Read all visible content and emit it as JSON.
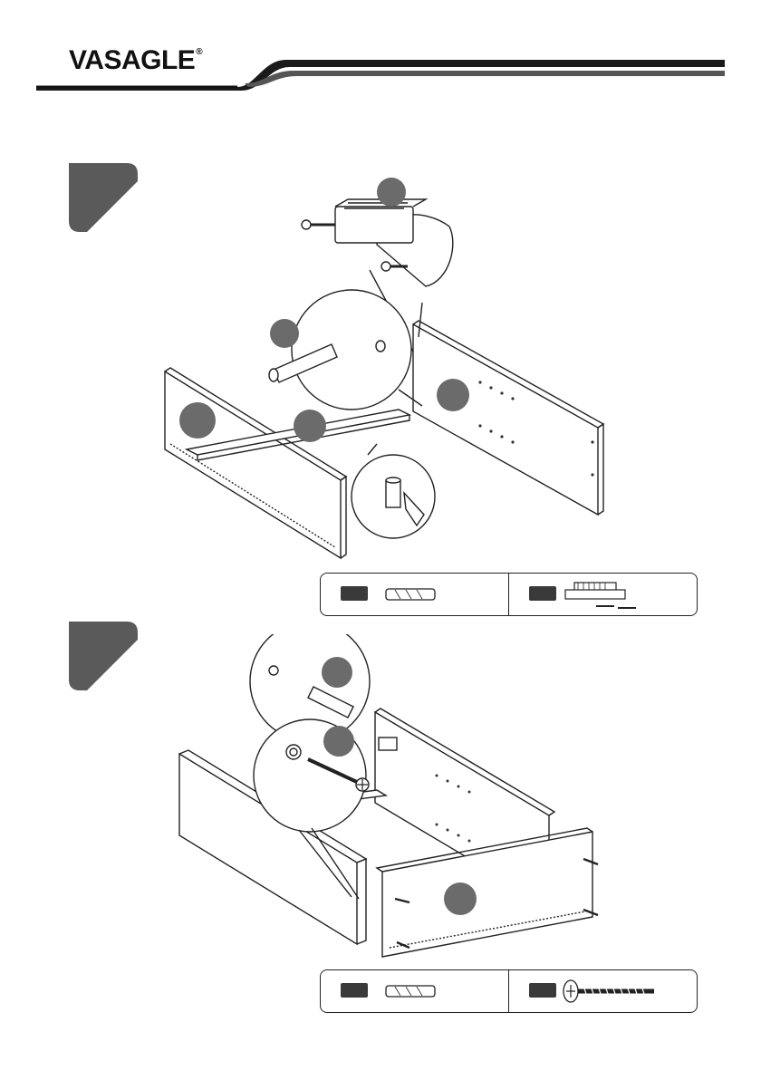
{
  "header": {
    "brand": "VASAGLE",
    "registered_mark": "®"
  },
  "steps": [
    {
      "badge": "",
      "parts": [
        "dowel",
        "magnetic-catch-with-screws"
      ]
    },
    {
      "badge": "",
      "parts": [
        "dowel",
        "screw"
      ]
    }
  ],
  "colors": {
    "badge": "#5a5a5a",
    "callout": "#6b6b6b",
    "line": "#222222"
  }
}
